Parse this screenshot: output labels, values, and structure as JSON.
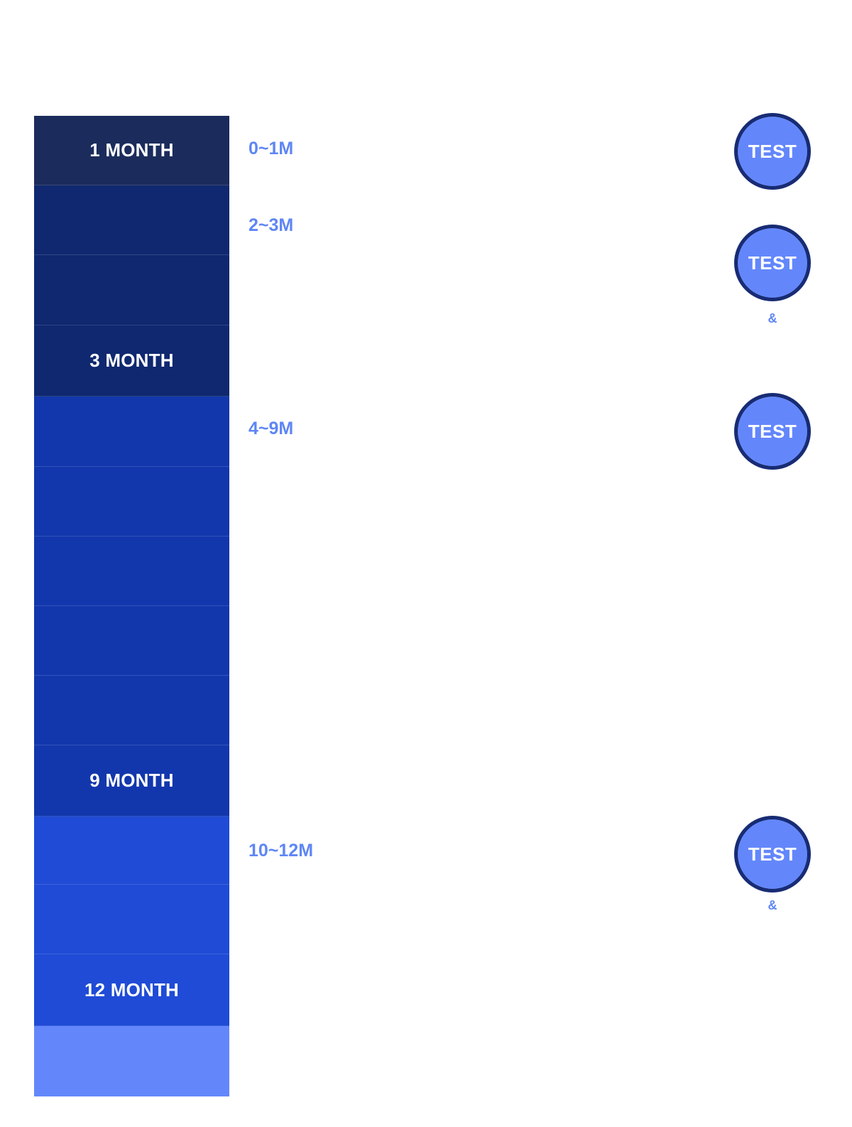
{
  "timeline": {
    "segments": [
      {
        "label": "1 MONTH",
        "color": "#1b2c5c"
      },
      {
        "label": "",
        "color": "#0f2870"
      },
      {
        "label": "",
        "color": "#0f2870"
      },
      {
        "label": "3 MONTH",
        "color": "#0f2870"
      },
      {
        "label": "",
        "color": "#1237ad"
      },
      {
        "label": "",
        "color": "#1237ad"
      },
      {
        "label": "",
        "color": "#1237ad"
      },
      {
        "label": "",
        "color": "#1237ad"
      },
      {
        "label": "",
        "color": "#1237ad"
      },
      {
        "label": "9 MONTH",
        "color": "#1237ad"
      },
      {
        "label": "",
        "color": "#1f4bd6"
      },
      {
        "label": "",
        "color": "#1f4bd6"
      },
      {
        "label": "12 MONTH",
        "color": "#1f4bd6"
      },
      {
        "label": "",
        "color": "#6387fb"
      }
    ]
  },
  "ranges": [
    "0~1M",
    "2~3M",
    "4~9M",
    "10~12M"
  ],
  "tests": [
    {
      "label": "TEST",
      "connector": ""
    },
    {
      "label": "TEST",
      "connector": "&"
    },
    {
      "label": "TEST",
      "connector": ""
    },
    {
      "label": "TEST",
      "connector": "&"
    }
  ],
  "colors": {
    "accent_text": "#5e86f5",
    "badge_fill": "#6387fb",
    "badge_border": "#182c74"
  }
}
